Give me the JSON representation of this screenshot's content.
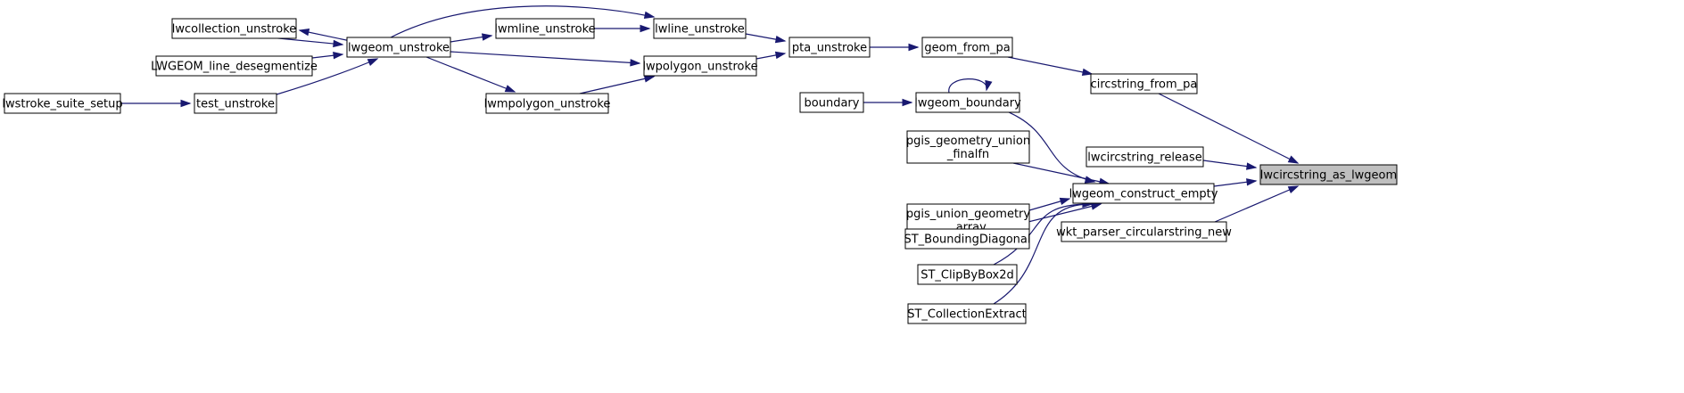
{
  "graph": {
    "colors": {
      "edge": "#191970",
      "node_border": "#000000",
      "node_fill": "#ffffff",
      "highlight_fill": "#bfbfbf"
    },
    "nodes": [
      {
        "id": "lwcircstring_as_lwgeom",
        "lines": [
          "lwcircstring_as_lwgeom"
        ],
        "highlight": true
      },
      {
        "id": "circstring_from_pa",
        "lines": [
          "circstring_from_pa"
        ]
      },
      {
        "id": "lwcircstring_release",
        "lines": [
          "lwcircstring_release"
        ]
      },
      {
        "id": "lwgeom_construct_empty",
        "lines": [
          "lwgeom_construct_empty"
        ]
      },
      {
        "id": "wkt_parser_circularstring_new",
        "lines": [
          "wkt_parser_circularstring_new"
        ]
      },
      {
        "id": "geom_from_pa",
        "lines": [
          "geom_from_pa"
        ]
      },
      {
        "id": "pta_unstroke",
        "lines": [
          "pta_unstroke"
        ]
      },
      {
        "id": "lwline_unstroke",
        "lines": [
          "lwline_unstroke"
        ]
      },
      {
        "id": "lwpolygon_unstroke",
        "lines": [
          "lwpolygon_unstroke"
        ]
      },
      {
        "id": "lwmline_unstroke",
        "lines": [
          "lwmline_unstroke"
        ]
      },
      {
        "id": "lwgeom_unstroke",
        "lines": [
          "lwgeom_unstroke"
        ]
      },
      {
        "id": "lwmpolygon_unstroke",
        "lines": [
          "lwmpolygon_unstroke"
        ]
      },
      {
        "id": "lwcollection_unstroke",
        "lines": [
          "lwcollection_unstroke"
        ]
      },
      {
        "id": "LWGEOM_line_desegmentize",
        "lines": [
          "LWGEOM_line_desegmentize"
        ]
      },
      {
        "id": "test_unstroke",
        "lines": [
          "test_unstroke"
        ]
      },
      {
        "id": "lwstroke_suite_setup",
        "lines": [
          "lwstroke_suite_setup"
        ]
      },
      {
        "id": "lwgeom_boundary",
        "lines": [
          "lwgeom_boundary"
        ]
      },
      {
        "id": "boundary",
        "lines": [
          "boundary"
        ]
      },
      {
        "id": "pgis_geometry_union_finalfn",
        "lines": [
          "pgis_geometry_union",
          "_finalfn"
        ]
      },
      {
        "id": "pgis_union_geometry_array",
        "lines": [
          "pgis_union_geometry",
          "_array"
        ]
      },
      {
        "id": "ST_BoundingDiagonal",
        "lines": [
          "ST_BoundingDiagonal"
        ]
      },
      {
        "id": "ST_ClipByBox2d",
        "lines": [
          "ST_ClipByBox2d"
        ]
      },
      {
        "id": "ST_CollectionExtract",
        "lines": [
          "ST_CollectionExtract"
        ]
      }
    ],
    "edges": [
      {
        "from": "circstring_from_pa",
        "to": "lwcircstring_as_lwgeom"
      },
      {
        "from": "lwcircstring_release",
        "to": "lwcircstring_as_lwgeom"
      },
      {
        "from": "lwgeom_construct_empty",
        "to": "lwcircstring_as_lwgeom"
      },
      {
        "from": "wkt_parser_circularstring_new",
        "to": "lwcircstring_as_lwgeom"
      },
      {
        "from": "geom_from_pa",
        "to": "circstring_from_pa"
      },
      {
        "from": "pta_unstroke",
        "to": "geom_from_pa"
      },
      {
        "from": "lwline_unstroke",
        "to": "pta_unstroke"
      },
      {
        "from": "lwpolygon_unstroke",
        "to": "pta_unstroke"
      },
      {
        "from": "lwmline_unstroke",
        "to": "lwline_unstroke"
      },
      {
        "from": "lwgeom_unstroke",
        "to": "lwline_unstroke"
      },
      {
        "from": "lwgeom_unstroke",
        "to": "lwmline_unstroke"
      },
      {
        "from": "lwgeom_unstroke",
        "to": "lwpolygon_unstroke"
      },
      {
        "from": "lwmpolygon_unstroke",
        "to": "lwpolygon_unstroke"
      },
      {
        "from": "lwgeom_unstroke",
        "to": "lwmpolygon_unstroke"
      },
      {
        "from": "lwgeom_unstroke",
        "to": "lwcollection_unstroke"
      },
      {
        "from": "lwcollection_unstroke",
        "to": "lwgeom_unstroke"
      },
      {
        "from": "LWGEOM_line_desegmentize",
        "to": "lwgeom_unstroke"
      },
      {
        "from": "test_unstroke",
        "to": "lwgeom_unstroke"
      },
      {
        "from": "lwstroke_suite_setup",
        "to": "test_unstroke"
      },
      {
        "from": "lwgeom_boundary",
        "to": "lwgeom_construct_empty"
      },
      {
        "from": "lwgeom_boundary",
        "to": "lwgeom_boundary"
      },
      {
        "from": "boundary",
        "to": "lwgeom_boundary"
      },
      {
        "from": "pgis_geometry_union_finalfn",
        "to": "lwgeom_construct_empty"
      },
      {
        "from": "pgis_union_geometry_array",
        "to": "lwgeom_construct_empty"
      },
      {
        "from": "ST_BoundingDiagonal",
        "to": "lwgeom_construct_empty"
      },
      {
        "from": "ST_ClipByBox2d",
        "to": "lwgeom_construct_empty"
      },
      {
        "from": "ST_CollectionExtract",
        "to": "lwgeom_construct_empty"
      }
    ]
  }
}
